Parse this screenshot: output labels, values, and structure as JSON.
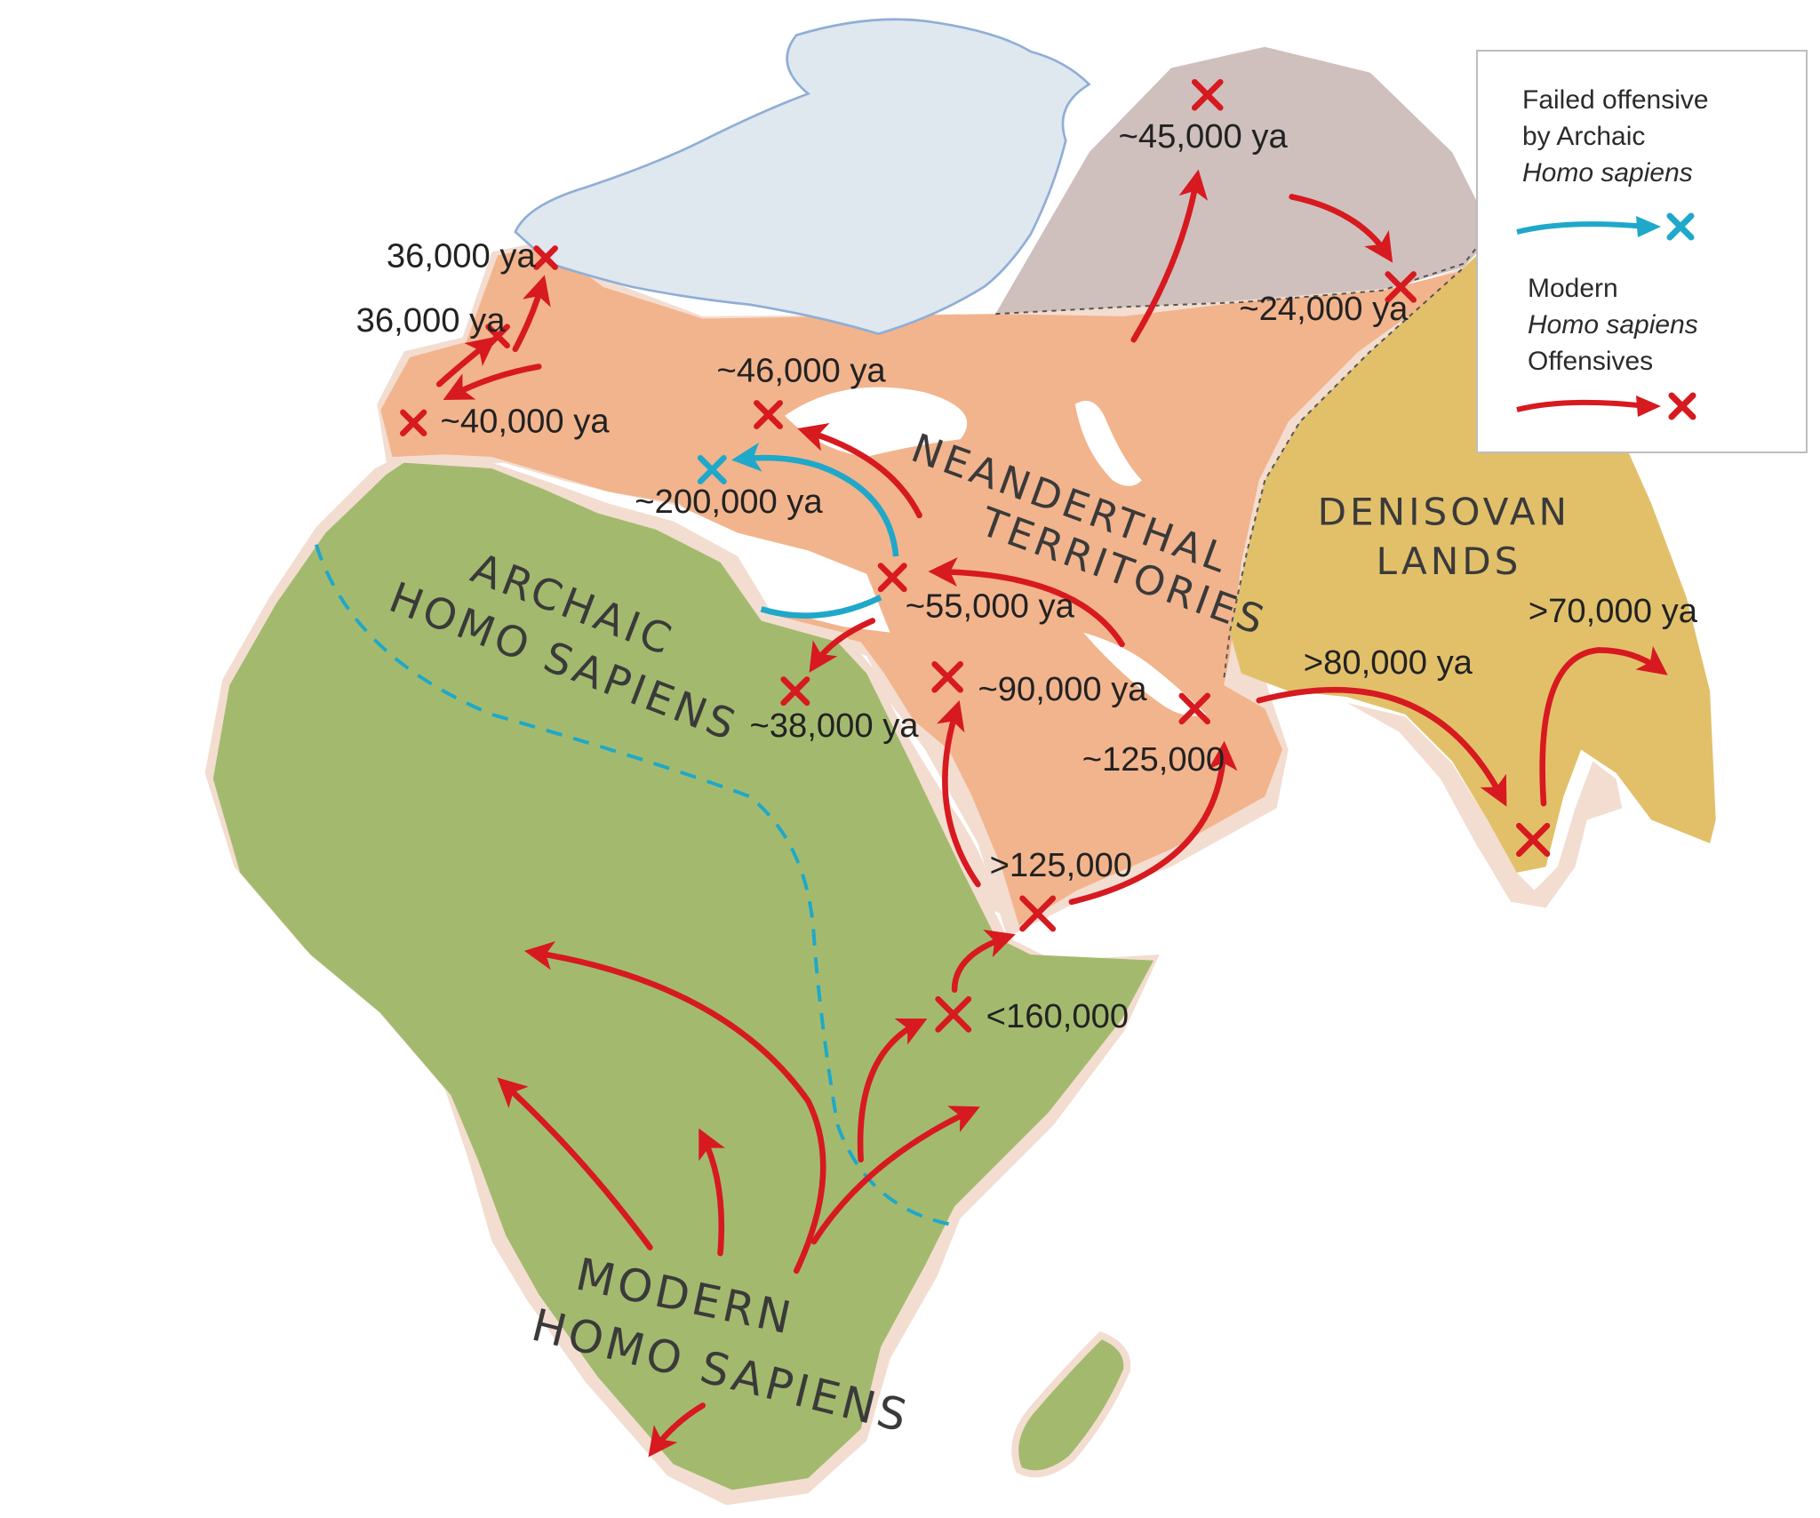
{
  "colors": {
    "ocean": "#ffffff",
    "ice": "#dfe7ef",
    "ice_outline": "#8faed6",
    "coast_shelf": "#f3ddd0",
    "neanderthal": "#f2b48d",
    "northern_steppe": "#cfc0bd",
    "denisovan": "#e2c06a",
    "africa": "#a3ba6e",
    "modern_arrow": "#d71920",
    "archaic_arrow": "#1fa8c9"
  },
  "regions": {
    "archaic_line1": "ARCHAIC",
    "archaic_line2": "HOMO SAPIENS",
    "neanderthal_line1": "NEANDERTHAL",
    "neanderthal_line2": "TERRITORIES",
    "denisovan_line1": "DENISOVAN",
    "denisovan_line2": "LANDS",
    "modern_line1": "MODERN",
    "modern_line2": "HOMO SAPIENS"
  },
  "dates": {
    "britain_36k": "36,000 ya",
    "france_36k": "36,000 ya",
    "iberia_40k": "~40,000 ya",
    "balkans_46k": "~46,000 ya",
    "siberia_45k": "~45,000 ya",
    "northasia_24k": "~24,000 ya",
    "greece_200k": "~200,000 ya",
    "levant_55k": "~55,000 ya",
    "egypt_38k": "~38,000 ya",
    "arabia_90k": "~90,000 ya",
    "gulf_125k": "~125,000",
    "yemen_125k": ">125,000",
    "horn_160k": "<160,000",
    "india_80k": ">80,000 ya",
    "india_70k": ">70,000 ya"
  },
  "legend": {
    "archaic_line1": "Failed offensive",
    "archaic_line2": "by Archaic",
    "archaic_line3": "Homo sapiens",
    "modern_line1": "Modern",
    "modern_line2": "Homo sapiens",
    "modern_line3": "Offensives"
  },
  "icons": [
    "red-arrow-icon",
    "red-x-marker-icon",
    "cyan-arrow-icon",
    "cyan-x-marker-icon"
  ]
}
